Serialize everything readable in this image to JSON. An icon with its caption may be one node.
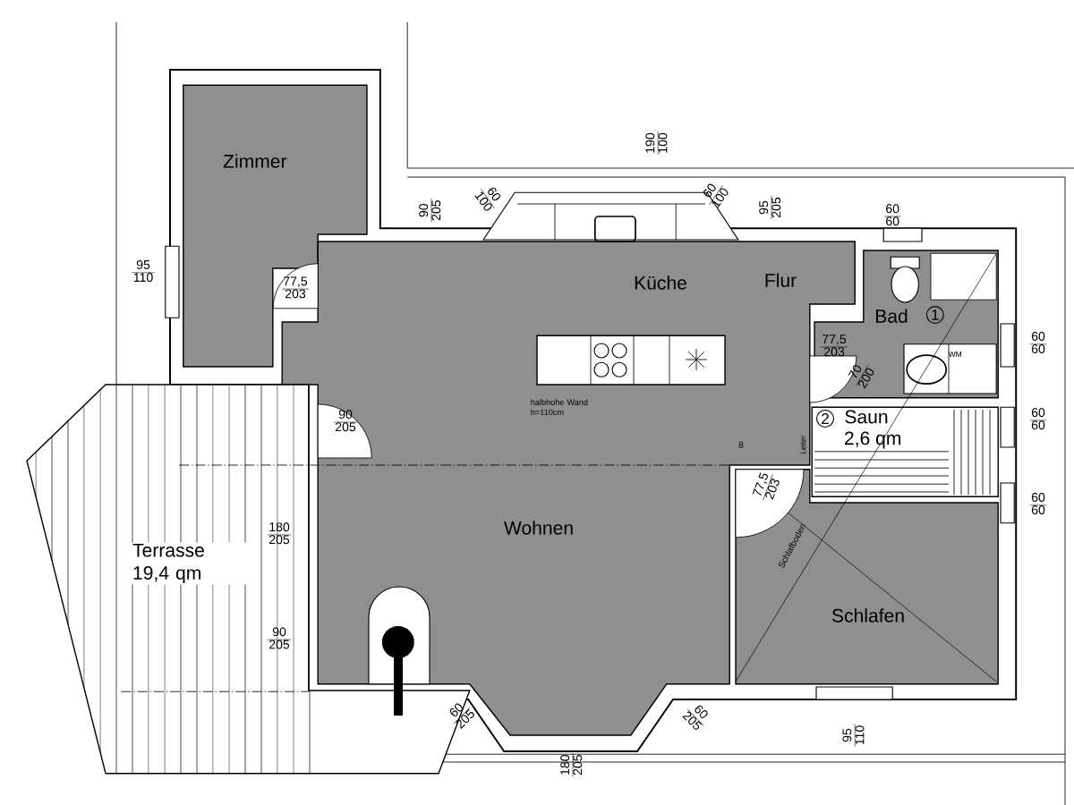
{
  "diagram": {
    "nodes": [
      {
        "text": [
          "Zimmer"
        ]
      },
      {
        "text": [
          "Küche",
          "Flur",
          "Wohnen"
        ]
      },
      {
        "text": [
          "Bad"
        ]
      },
      {
        "text": [
          "Saun",
          "2,6 qm"
        ]
      },
      {
        "text": [
          "Schlafen"
        ]
      },
      {
        "text": [
          "Terrasse 19,4 qm"
        ]
      }
    ],
    "labels": [
      "190",
      "100",
      "90",
      "205",
      "60",
      "100",
      "60",
      "100",
      "95",
      "205",
      "60",
      "60",
      "95",
      "110",
      "77,5",
      "203",
      "1",
      "60",
      "60",
      "77,5",
      "203",
      "WM",
      "70",
      "200",
      "halbhohe Wand h=110cm",
      "90",
      "205",
      "2",
      "60",
      "60",
      "Leiter",
      "8",
      "77,5",
      "203",
      "60",
      "60",
      "Schlafboden",
      "180",
      "205",
      "90",
      "205",
      "60",
      "205",
      "60",
      "205",
      "95",
      "110",
      "180",
      "205"
    ]
  }
}
